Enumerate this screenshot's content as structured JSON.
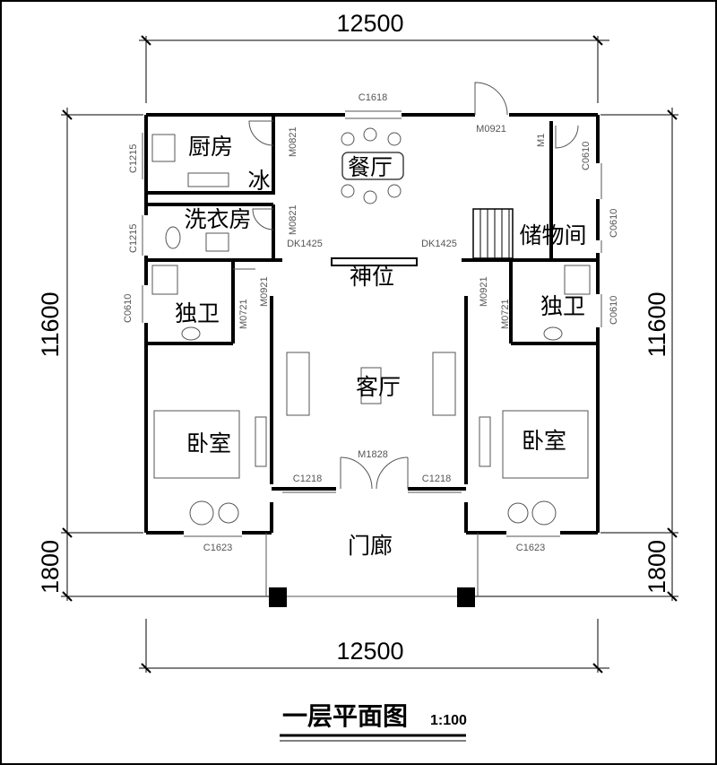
{
  "dimensions": {
    "top_width": "12500",
    "bottom_width": "12500",
    "left_main": "11600",
    "left_porch": "1800",
    "right_main": "11600",
    "right_porch": "1800"
  },
  "rooms": {
    "kitchen": "厨房",
    "fridge": "冰",
    "dining": "餐厅",
    "laundry": "洗衣房",
    "storage": "储物间",
    "shrine": "神位",
    "bath_left": "独卫",
    "bath_right": "独卫",
    "living": "客厅",
    "bedroom_left": "卧室",
    "bedroom_right": "卧室",
    "porch": "门廊"
  },
  "openings": {
    "c1618": "C1618",
    "m0921_top": "M0921",
    "m1": "M1",
    "c0610_top_right": "C0610",
    "c0610_mid_right": "C0610",
    "c0610_bath_right": "C0610",
    "c1215_kitchen": "C1215",
    "c1215_laundry": "C1215",
    "m0821_kitchen": "M0821",
    "m0821_laundry": "M0821",
    "dk1425_left": "DK1425",
    "dk1425_right": "DK1425",
    "c0610_left": "C0610",
    "m0921_left": "M0921",
    "m0721_left": "M0721",
    "m0921_right": "M0921",
    "m0721_right": "M0721",
    "m1828": "M1828",
    "c1218_left": "C1218",
    "c1218_right": "C1218",
    "c1623_left": "C1623",
    "c1623_right": "C1623"
  },
  "title": {
    "main": "一层平面图",
    "scale": "1:100"
  }
}
